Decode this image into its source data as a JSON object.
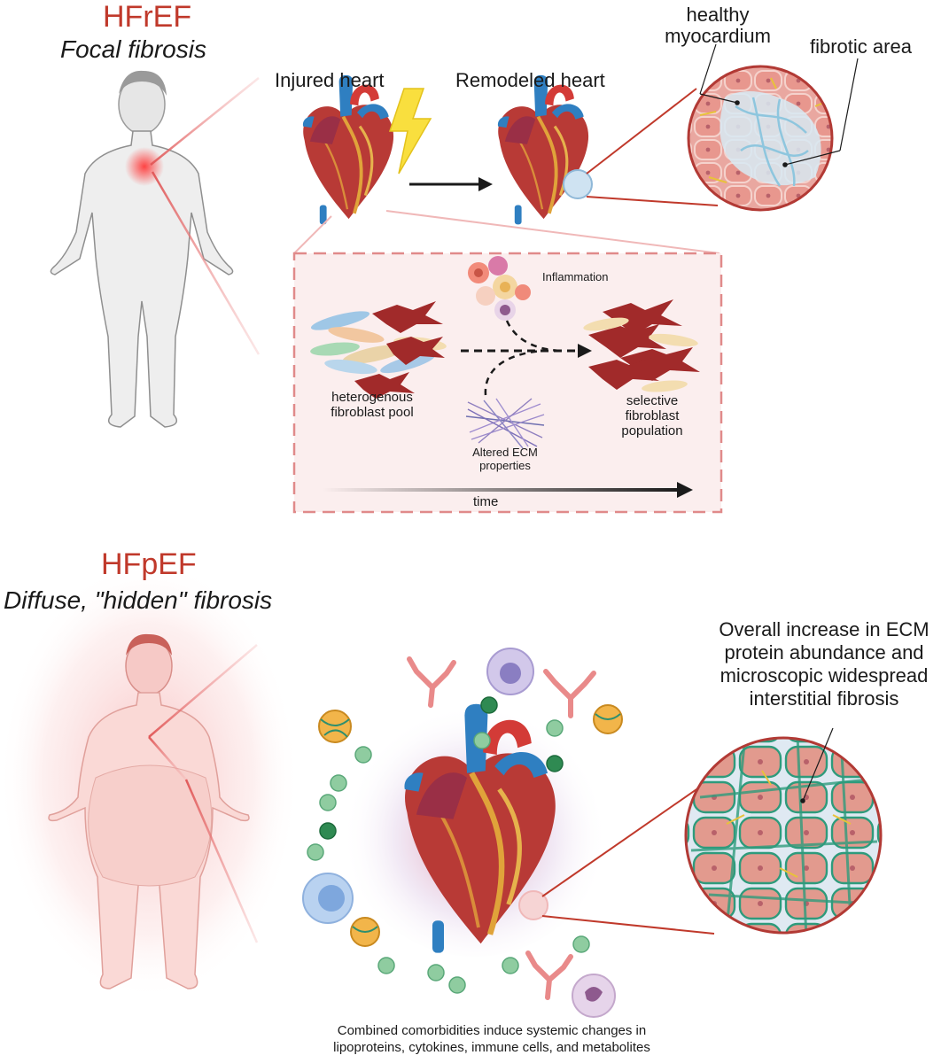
{
  "hfref": {
    "title": "HFrEF",
    "subtitle": "Focal fibrosis",
    "injured_heart": "Injured heart",
    "remodeled_heart": "Remodeled heart",
    "healthy_myocardium_line1": "healthy",
    "healthy_myocardium_line2": "myocardium",
    "fibrotic_area": "fibrotic area",
    "inset": {
      "inflammation": "Inflammation",
      "heterogenous_line1": "heterogenous",
      "heterogenous_line2": "fibroblast pool",
      "selective_line1": "selective",
      "selective_line2": "fibroblast",
      "selective_line3": "population",
      "ecm_line1": "Altered ECM",
      "ecm_line2": "properties",
      "time": "time"
    }
  },
  "hfpef": {
    "title": "HFpEF",
    "subtitle": "Diffuse, \"hidden\" fibrosis",
    "overall_line1": "Overall increase in ECM",
    "overall_line2": "protein abundance and",
    "overall_line3": "microscopic widespread",
    "overall_line4": "interstitial fibrosis",
    "comorb_line1": "Combined comorbidities induce systemic changes in",
    "comorb_line2": "lipoproteins, cytokines, immune cells, and metabolites"
  },
  "colors": {
    "accent_red": "#c0392b",
    "heart_red": "#b83a36",
    "vessel_blue": "#2f7fc1",
    "fibroblast_dark": "#a12a2a",
    "inset_border": "#e08a8a",
    "inset_fill": "#fbeeee"
  }
}
